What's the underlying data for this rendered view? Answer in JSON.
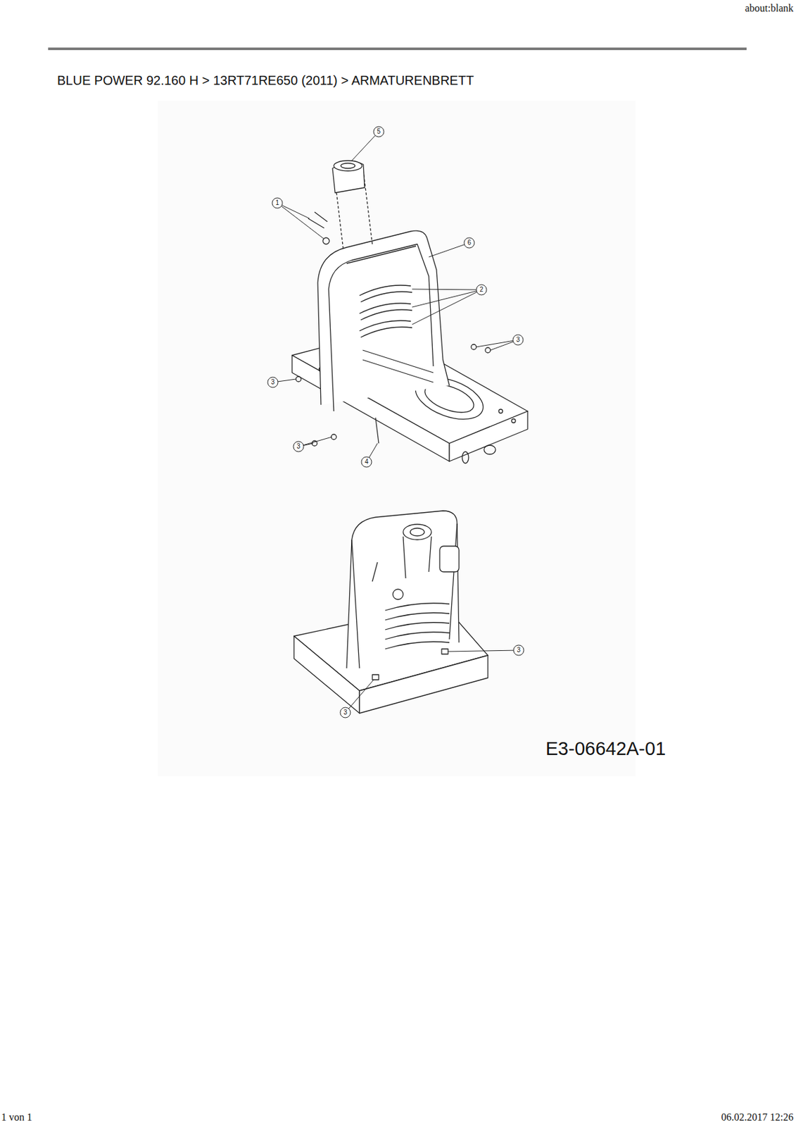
{
  "diagram": {
    "title": "BLUE POWER 92.160 H  >  13RT71RE650 (2011)  >  ARMATURENBRETT",
    "labels": [
      "about:blank",
      "5",
      "1",
      "6",
      "2",
      "3",
      "3",
      "3",
      "4",
      "3",
      "3",
      "E3-06642A-01",
      "1 von 1",
      "06.02.2017 12:26"
    ]
  }
}
